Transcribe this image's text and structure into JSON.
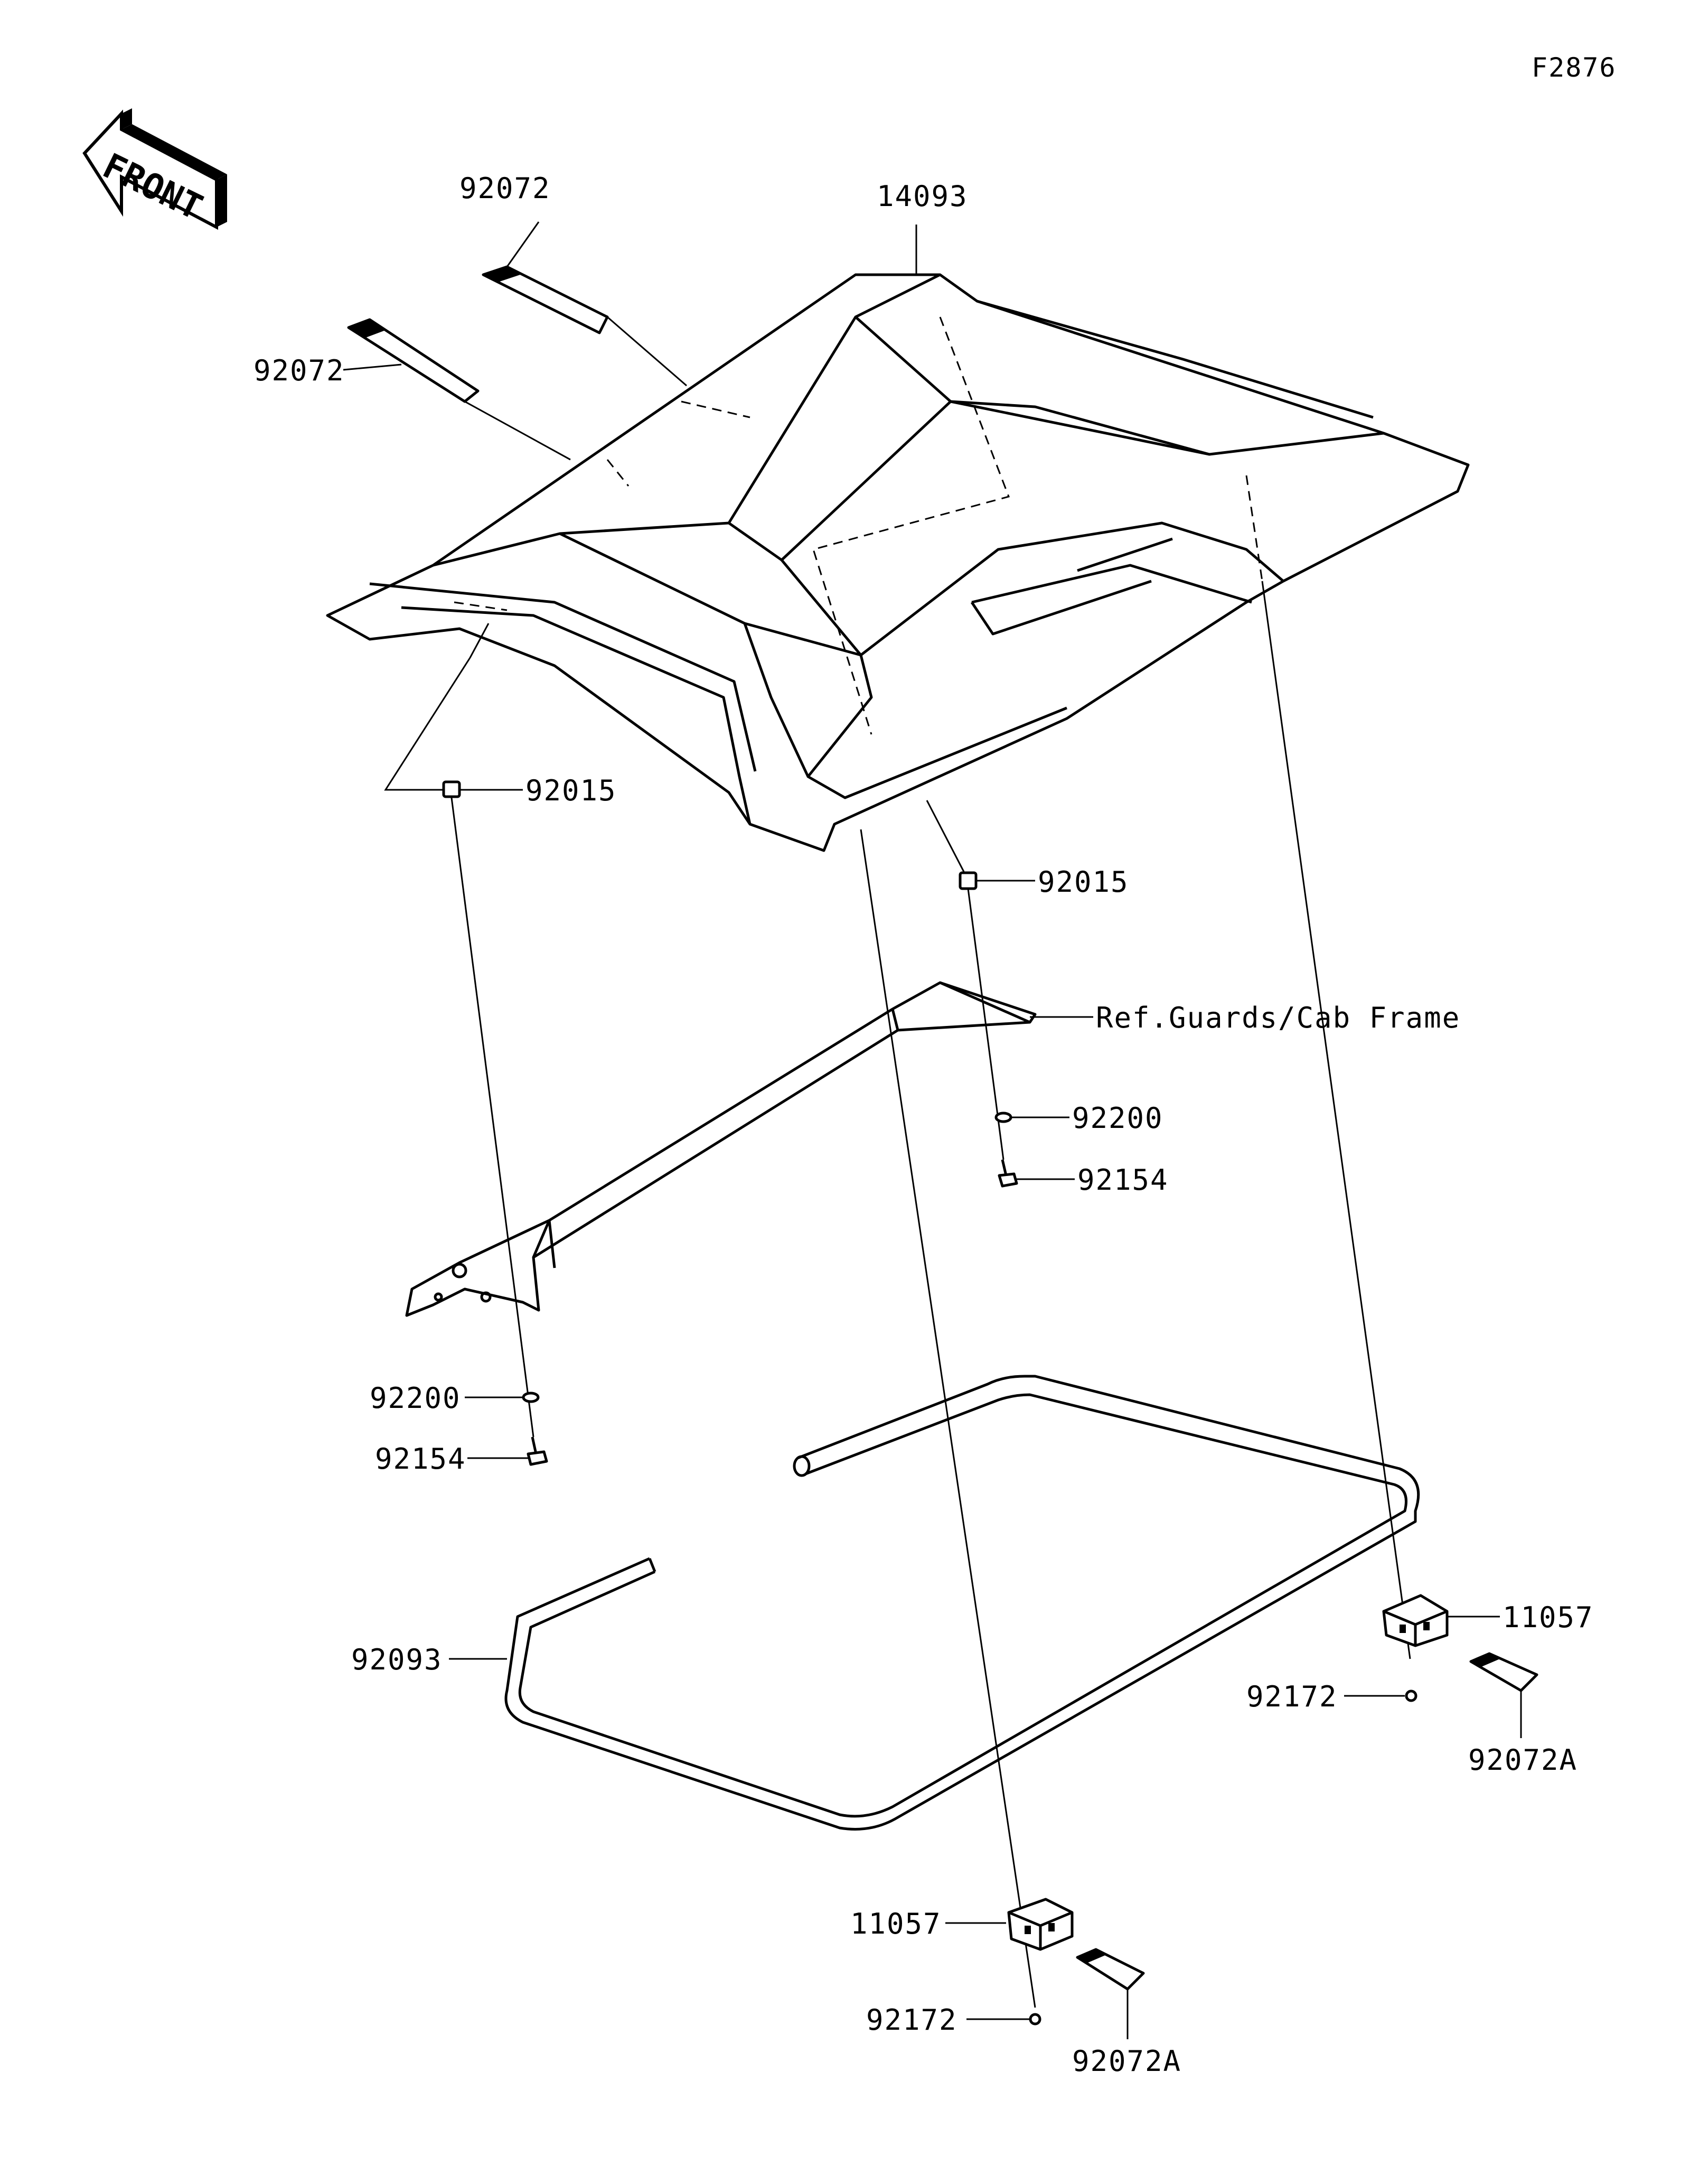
{
  "diagram_code": "F2876",
  "front_label": "FRONT",
  "labels": {
    "roof": "14093",
    "strap_top": "92072",
    "strap_left": "92072",
    "clip_left": "92015",
    "clip_right": "92015",
    "ref_note": "Ref.Guards/Cab Frame",
    "washer_right": "92200",
    "bolt_right": "92154",
    "washer_left": "92200",
    "bolt_left": "92154",
    "seal": "92093",
    "latch_right": "11057",
    "screw_right": "92172",
    "strap_a_right": "92072A",
    "latch_bottom": "11057",
    "screw_bottom": "92172",
    "strap_a_bottom": "92072A"
  }
}
